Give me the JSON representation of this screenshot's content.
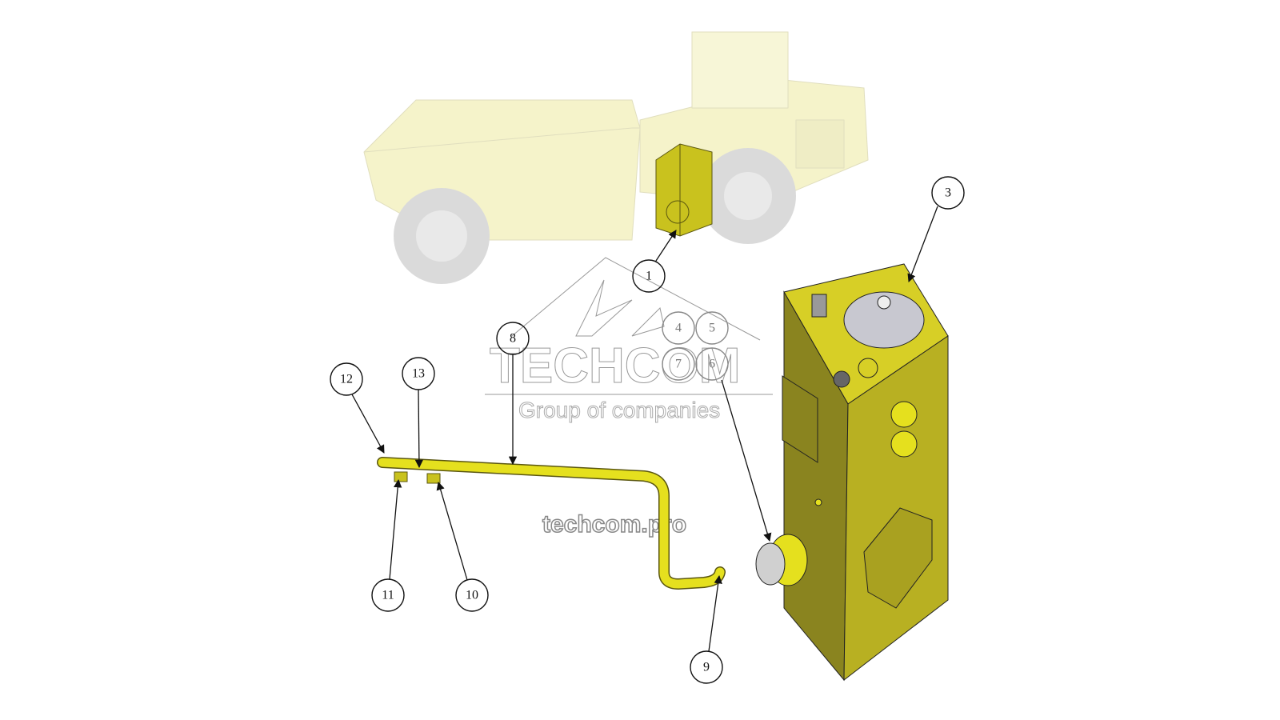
{
  "diagram": {
    "watermark": {
      "brand": "TECHCOM",
      "tagline": "Group of companies",
      "url": "techcom.pro"
    },
    "colors": {
      "part_yellow": "#c9c21e",
      "part_shadow": "#7a7520",
      "pipe_yellow": "#e5e01e",
      "vehicle_faded": "#f0eeb8"
    },
    "callouts": [
      {
        "label": "1"
      },
      {
        "label": "3"
      },
      {
        "label": "4"
      },
      {
        "label": "5"
      },
      {
        "label": "6"
      },
      {
        "label": "7"
      },
      {
        "label": "8"
      },
      {
        "label": "9"
      },
      {
        "label": "10"
      },
      {
        "label": "11"
      },
      {
        "label": "12"
      },
      {
        "label": "13"
      }
    ]
  }
}
